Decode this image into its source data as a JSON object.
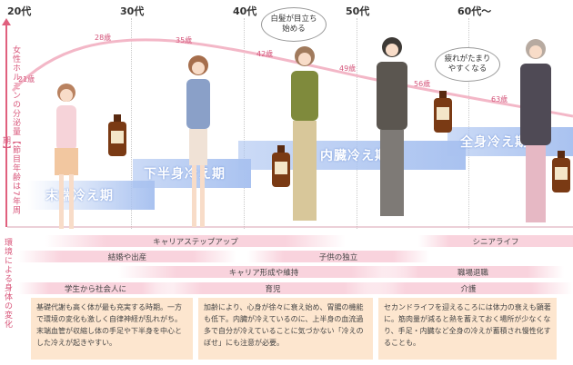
{
  "axis": {
    "hormone_label": "女性ホルモンの分泌量",
    "note_label": "【節目年齢は7年周期】",
    "body_change_label": "環境による身体の変化"
  },
  "decades": [
    "20代",
    "30代",
    "40代",
    "50代",
    "60代〜"
  ],
  "ages": [
    "21歳",
    "28歳",
    "35歳",
    "42歳",
    "49歳",
    "56歳",
    "63歳"
  ],
  "stages": [
    "末端冷え期",
    "下半身冷え期",
    "内臓冷え期",
    "全身冷え期"
  ],
  "bubbles": {
    "gray_hair": "白髪が目立ち始める",
    "fatigue": "疲れがたまりやすくなる"
  },
  "life_events": {
    "career_step_up": "キャリアステップアップ",
    "marriage_birth": "結婚や出産",
    "career_form": "キャリア形成や維持",
    "child_independence": "子供の独立",
    "senior_life": "シニアライフ",
    "retirement": "職場退職",
    "to_society": "学生から社会人に",
    "childcare": "育児",
    "nursing_care": "介護"
  },
  "descriptions": {
    "d1": "基礎代謝も高く体が最も充実する時期。一方で環境の変化も激しく自律神経が乱れがち。末端血管が収縮し体の手足や下半身を中心とした冷えが起きやすい。",
    "d2": "加齢により、心身が徐々に衰え始め、胃腸の機能も低下。内臓が冷えているのに、上半身の血流過多で自分が冷えていることに気づかない「冷えのぼせ」にも注意が必要。",
    "d3": "セカンドライフを迎えるころには体力の衰えも顕著に。筋肉量が減ると熱を蓄えておく場所が少なくなり、手足・内臓など全身の冷えが蓄積され慢性化することも。"
  },
  "colors": {
    "curve": "#f3b7c7",
    "axis": "#e0607e",
    "band": "#a9c2f0",
    "life_bar": "#f9d3dd",
    "desc_bg": "#fde6cf"
  }
}
